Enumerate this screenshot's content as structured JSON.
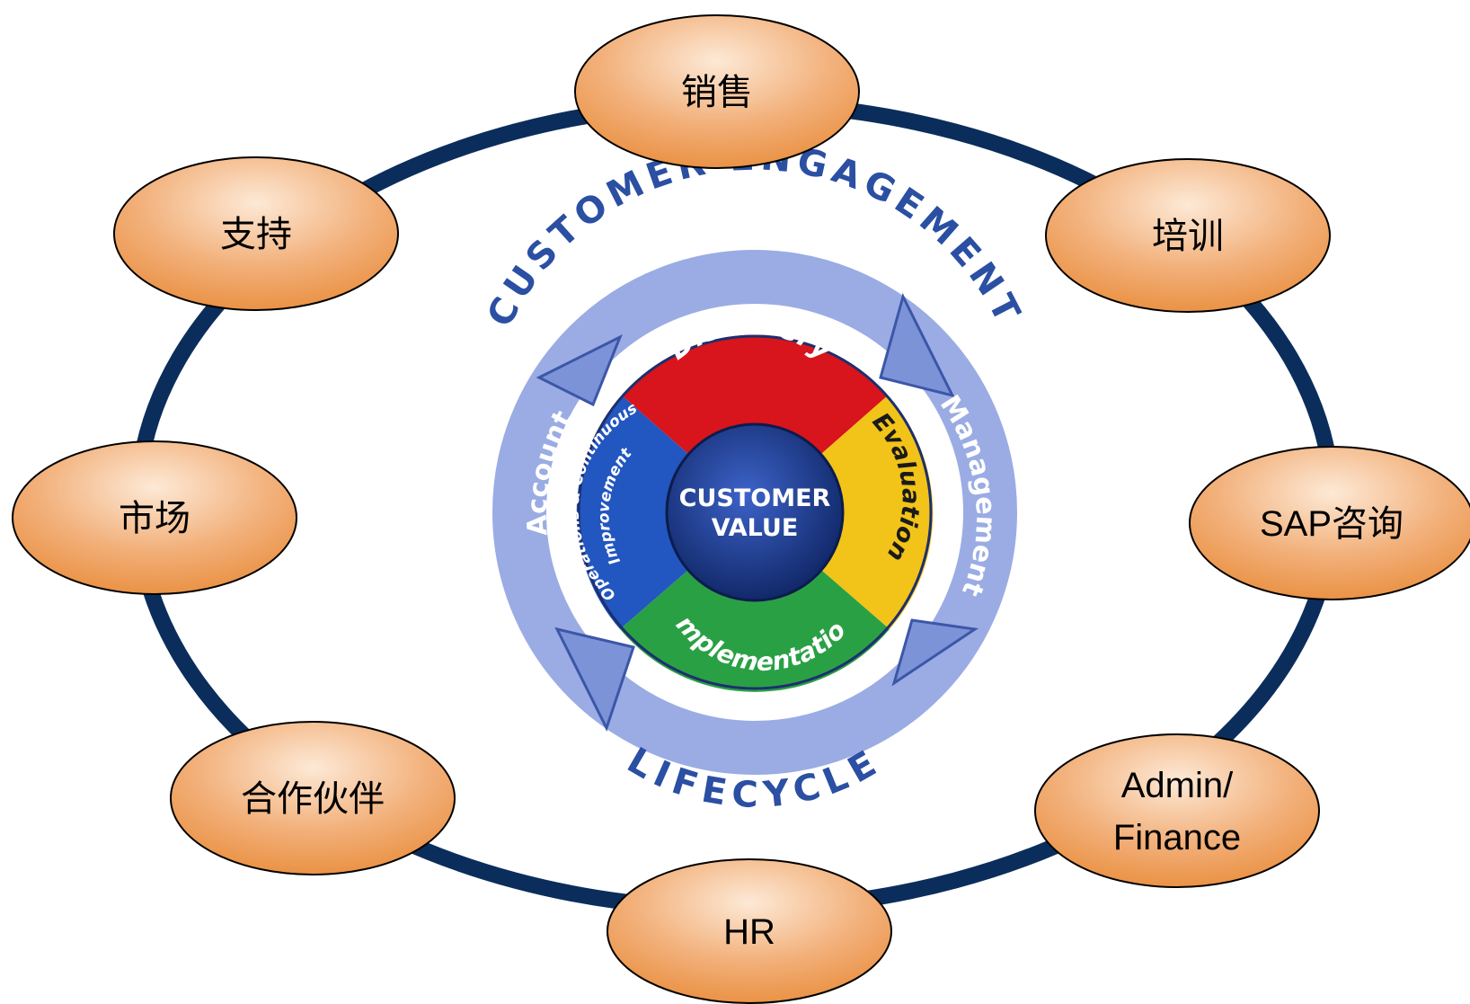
{
  "diagram": {
    "ring_color": "#0b2d5c",
    "node_gradient": [
      "#fde9d6",
      "#f2b07a",
      "#e98d3c"
    ],
    "nodes": [
      {
        "id": "sales",
        "lines": [
          "销售"
        ]
      },
      {
        "id": "training",
        "lines": [
          "培训"
        ]
      },
      {
        "id": "sap",
        "lines": [
          "SAP咨询"
        ]
      },
      {
        "id": "admin",
        "lines": [
          "Admin/",
          "Finance"
        ]
      },
      {
        "id": "hr",
        "lines": [
          "HR"
        ]
      },
      {
        "id": "partners",
        "lines": [
          "合作伙伴"
        ]
      },
      {
        "id": "marketing",
        "lines": [
          "市场"
        ]
      },
      {
        "id": "support",
        "lines": [
          "支持"
        ]
      }
    ],
    "lifecycle": {
      "title_top": "CUSTOMER ENGAGEMENT",
      "title_bottom": "LIFECYCLE",
      "outer_left": "Account",
      "outer_right": "Management",
      "center_line1": "CUSTOMER",
      "center_line2": "VALUE",
      "segments": [
        {
          "label": "Discovery",
          "color": "#d8141c"
        },
        {
          "label": "Evaluation",
          "color": "#f2c318"
        },
        {
          "label": "Implementation",
          "color": "#2aa045"
        },
        {
          "label_line1": "Operations & Continuous",
          "label_line2": "Improvement",
          "color": "#2256c0"
        }
      ],
      "title_color": "#2a4fa3",
      "outer_ring_color": "#8fa3e0",
      "center_color": "#12307a"
    }
  }
}
